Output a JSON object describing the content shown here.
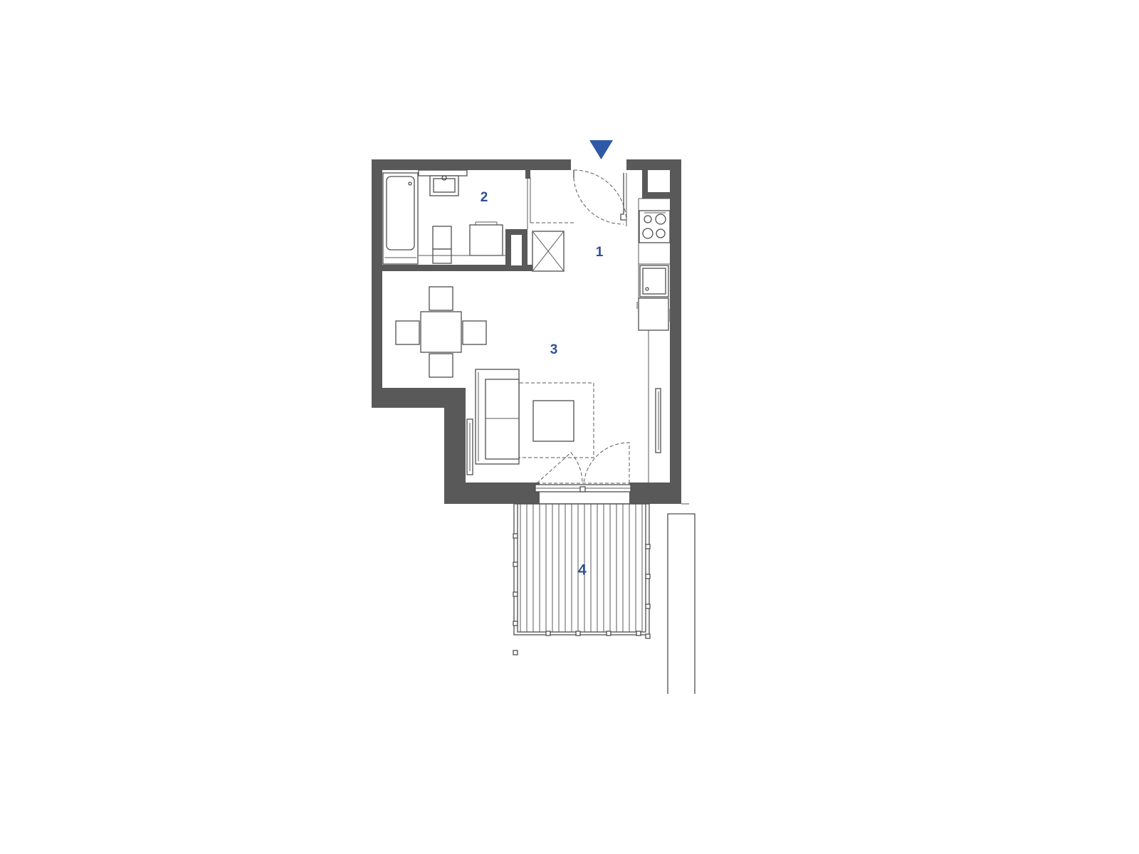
{
  "colors": {
    "wall": "#595959",
    "label": "#2e4f93",
    "entrance_marker": "#2e59a6",
    "line": "#4f4f4f"
  },
  "rooms": [
    {
      "id": "hallway",
      "label": "1"
    },
    {
      "id": "bathroom",
      "label": "2"
    },
    {
      "id": "living",
      "label": "3"
    },
    {
      "id": "balcony",
      "label": "4"
    }
  ],
  "icons": {
    "entrance": "entrance-arrow-icon"
  }
}
